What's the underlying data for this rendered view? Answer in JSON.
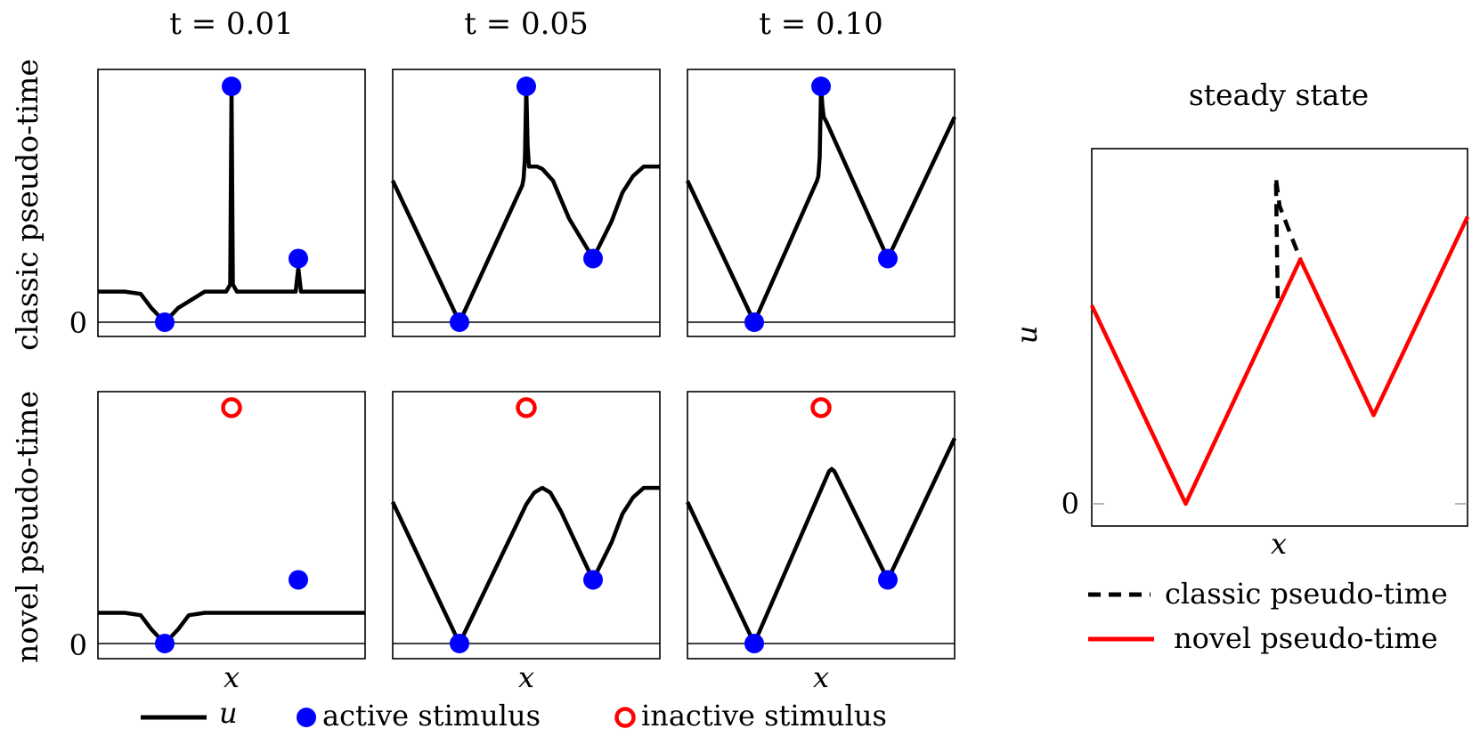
{
  "chart_data": [
    {
      "type": "line",
      "title": "t = 0.01",
      "ylabel": "classic pseudo-time",
      "xlabel": "",
      "ytick": "0",
      "series": [
        {
          "x": [
            0,
            0.1,
            0.16,
            0.2,
            0.25,
            0.3,
            0.4,
            0.48,
            0.495,
            0.5,
            0.505,
            0.52,
            0.7,
            0.74,
            0.75,
            0.76,
            0.78,
            1
          ],
          "y": [
            0.13,
            0.13,
            0.12,
            0.06,
            0,
            0.06,
            0.13,
            0.13,
            0.16,
            1.0,
            0.16,
            0.13,
            0.13,
            0.13,
            0.23,
            0.13,
            0.13,
            0.13
          ]
        }
      ],
      "markers": [
        {
          "x": 0.25,
          "y": 0,
          "kind": "active"
        },
        {
          "x": 0.5,
          "y": 1.0,
          "kind": "active"
        },
        {
          "x": 0.75,
          "y": 0.27,
          "kind": "active"
        }
      ]
    },
    {
      "type": "line",
      "title": "t = 0.05",
      "xlabel": "",
      "series": [
        {
          "x": [
            0,
            0.25,
            0.485,
            0.49,
            0.495,
            0.5,
            0.505,
            0.51,
            0.54,
            0.56,
            0.6,
            0.66,
            0.75,
            0.82,
            0.86,
            0.9,
            0.94,
            1
          ],
          "y": [
            0.6,
            0,
            0.58,
            0.61,
            0.7,
            1.0,
            0.75,
            0.66,
            0.66,
            0.65,
            0.6,
            0.44,
            0.27,
            0.43,
            0.55,
            0.62,
            0.66,
            0.66
          ]
        }
      ],
      "markers": [
        {
          "x": 0.25,
          "y": 0,
          "kind": "active"
        },
        {
          "x": 0.5,
          "y": 1.0,
          "kind": "active"
        },
        {
          "x": 0.75,
          "y": 0.27,
          "kind": "active"
        }
      ]
    },
    {
      "type": "line",
      "title": "t = 0.10",
      "xlabel": "",
      "series": [
        {
          "x": [
            0,
            0.25,
            0.485,
            0.49,
            0.495,
            0.5,
            0.505,
            0.51,
            0.52,
            0.75,
            1
          ],
          "y": [
            0.6,
            0,
            0.6,
            0.62,
            0.7,
            1.0,
            0.92,
            0.87,
            0.85,
            0.27,
            0.87
          ]
        }
      ],
      "markers": [
        {
          "x": 0.25,
          "y": 0,
          "kind": "active"
        },
        {
          "x": 0.5,
          "y": 1.0,
          "kind": "active"
        },
        {
          "x": 0.75,
          "y": 0.27,
          "kind": "active"
        }
      ]
    },
    {
      "type": "line",
      "ylabel": "novel pseudo-time",
      "xlabel": "x",
      "ytick": "0",
      "series": [
        {
          "x": [
            0,
            0.1,
            0.16,
            0.2,
            0.25,
            0.3,
            0.34,
            0.4,
            1
          ],
          "y": [
            0.13,
            0.13,
            0.12,
            0.06,
            0,
            0.06,
            0.12,
            0.13,
            0.13
          ]
        }
      ],
      "markers": [
        {
          "x": 0.25,
          "y": 0,
          "kind": "active"
        },
        {
          "x": 0.5,
          "y": 1.0,
          "kind": "inactive"
        },
        {
          "x": 0.75,
          "y": 0.27,
          "kind": "active"
        }
      ]
    },
    {
      "type": "line",
      "xlabel": "x",
      "series": [
        {
          "x": [
            0,
            0.25,
            0.5,
            0.53,
            0.56,
            0.59,
            0.63,
            0.75,
            0.82,
            0.86,
            0.9,
            0.94,
            1
          ],
          "y": [
            0.6,
            0,
            0.59,
            0.64,
            0.66,
            0.64,
            0.56,
            0.27,
            0.43,
            0.55,
            0.62,
            0.66,
            0.66
          ]
        }
      ],
      "markers": [
        {
          "x": 0.25,
          "y": 0,
          "kind": "active"
        },
        {
          "x": 0.5,
          "y": 1.0,
          "kind": "inactive"
        },
        {
          "x": 0.75,
          "y": 0.27,
          "kind": "active"
        }
      ]
    },
    {
      "type": "line",
      "xlabel": "x",
      "series": [
        {
          "x": [
            0,
            0.25,
            0.53,
            0.54,
            0.55,
            0.75,
            1
          ],
          "y": [
            0.6,
            0,
            0.73,
            0.74,
            0.73,
            0.27,
            0.87
          ]
        }
      ],
      "markers": [
        {
          "x": 0.25,
          "y": 0,
          "kind": "active"
        },
        {
          "x": 0.5,
          "y": 1.0,
          "kind": "inactive"
        },
        {
          "x": 0.75,
          "y": 0.27,
          "kind": "active"
        }
      ]
    },
    {
      "type": "line",
      "title": "steady state",
      "xlabel": "x",
      "ylabel": "u",
      "ytick": "0",
      "series": [
        {
          "name": "classic pseudo-time",
          "style": "dashed",
          "color": "#000000",
          "x": [
            0.495,
            0.49,
            0.5,
            0.555
          ],
          "y": [
            0.58,
            0.92,
            0.84,
            0.69
          ]
        },
        {
          "name": "novel pseudo-time",
          "style": "solid",
          "color": "#ff0000",
          "x": [
            0,
            0.25,
            0.555,
            0.75,
            1
          ],
          "y": [
            0.56,
            0,
            0.69,
            0.25,
            0.81
          ]
        }
      ]
    }
  ],
  "legend": {
    "line_label": "u",
    "active_label": "active stimulus",
    "inactive_label": "inactive stimulus"
  },
  "colors": {
    "active": "#0000ff",
    "inactive": "#ff0000",
    "curve": "#000000",
    "novel": "#ff0000"
  }
}
